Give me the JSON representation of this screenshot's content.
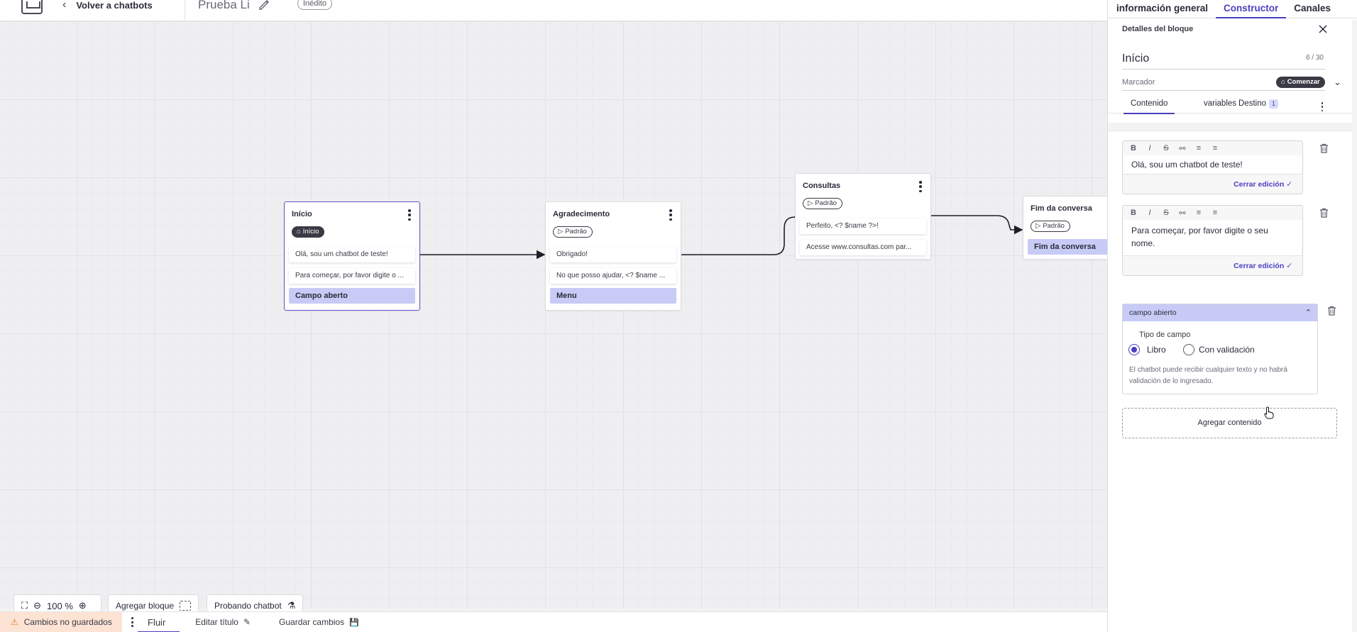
{
  "header": {
    "back_label": "Volver a chatbots",
    "bot_title": "Prueba Li",
    "status_badge": "Inédito"
  },
  "canvas": {
    "nodes": [
      {
        "title": "Início",
        "tag": "Início",
        "messages": [
          "Olá, sou um chatbot de teste!",
          "Para começar, por favor digite o ..."
        ],
        "final": "Campo aberto"
      },
      {
        "title": "Agradecimento",
        "tag": "Padrão",
        "messages": [
          "Obrigado!",
          "No que posso ajudar, <? $name ..."
        ],
        "final": "Menu"
      },
      {
        "title": "Consultas",
        "tag": "Padrão",
        "messages": [
          "Perfeito, <? $name ?>!",
          "Acesse www.consultas.com par..."
        ],
        "final": ""
      },
      {
        "title": "Fim da conversa",
        "tag": "Padrão",
        "messages": [],
        "final": "Fim da conversa"
      }
    ],
    "toolbar": {
      "zoom": "100 %",
      "add_block": "Agregar bloque",
      "test_chatbot": "Probando chatbot"
    }
  },
  "statusbar": {
    "unsaved": "Cambios no guardados",
    "flow_tab": "Fluir",
    "edit_title": "Editar título",
    "save_changes": "Guardar cambios"
  },
  "panel": {
    "tabs": [
      "información general",
      "Constructor",
      "Canales"
    ],
    "active_tab": "Constructor",
    "header": "Detalles del bloque",
    "block_name": "Início",
    "char_counter": "6 / 30",
    "marker_label": "Marcador",
    "marker_value": "Comenzar",
    "content_tabs": {
      "content": "Contenido",
      "variables": "variables",
      "destination": "Destino",
      "destination_count": "1"
    },
    "editors": [
      {
        "text": "Olá, sou um chatbot de teste!",
        "close_label": "Cerrar edición"
      },
      {
        "text": "Para começar, por favor digite o seu nome.",
        "close_label": "Cerrar edición"
      }
    ],
    "open_field": {
      "title": "campo abierto",
      "field_type_label": "Tipo de campo",
      "options": [
        "Libro",
        "Con validación"
      ],
      "selected": "Libro",
      "help": "El chatbot puede recibir cualquier texto y no habrá validación de lo ingresado."
    },
    "add_content": "Agregar contenido"
  },
  "colors": {
    "accent": "#4b3fc0",
    "final_row": "#c7cbf5",
    "unsaved_bg": "#fde3d3"
  }
}
